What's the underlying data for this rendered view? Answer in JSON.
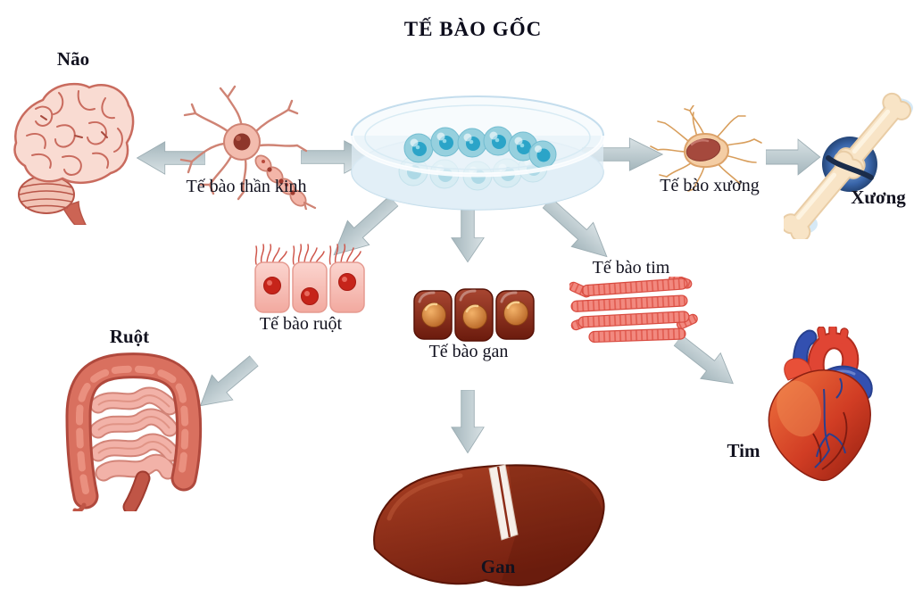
{
  "title": "TẾ BÀO GỐC",
  "labels": {
    "nao": "Não",
    "te_bao_than_kinh": "Tế bào thần kinh",
    "te_bao_xuong": "Tế bào xương",
    "xuong": "Xương",
    "te_bao_ruot": "Tế bào ruột",
    "ruot": "Ruột",
    "te_bao_gan": "Tế bào gan",
    "te_bao_tim": "Tế bào tim",
    "tim": "Tim",
    "gan": "Gan"
  },
  "colors": {
    "background": "#ffffff",
    "text": "#12121f",
    "arrow_gray": "#aebec3",
    "stem_cell_blue": "#2ba4c8",
    "dish_glass_blue": "#d6eaf4",
    "neuron_pink": "#f3bcae",
    "brain_pink": "#f9dbd2",
    "bone_cream": "#f8e4c6",
    "joint_blue": "#2e5fa6",
    "gut_cell_pink": "#f7c2bb",
    "gut_red": "#d9705f",
    "liver_cell_maroon": "#8c2f1b",
    "liver_nucleus_orange": "#d68a3e",
    "heart_fiber_red": "#f2897f",
    "heart_red": "#cf3a28",
    "vessel_blue": "#3350b0",
    "liver_brown": "#8e2d18"
  }
}
